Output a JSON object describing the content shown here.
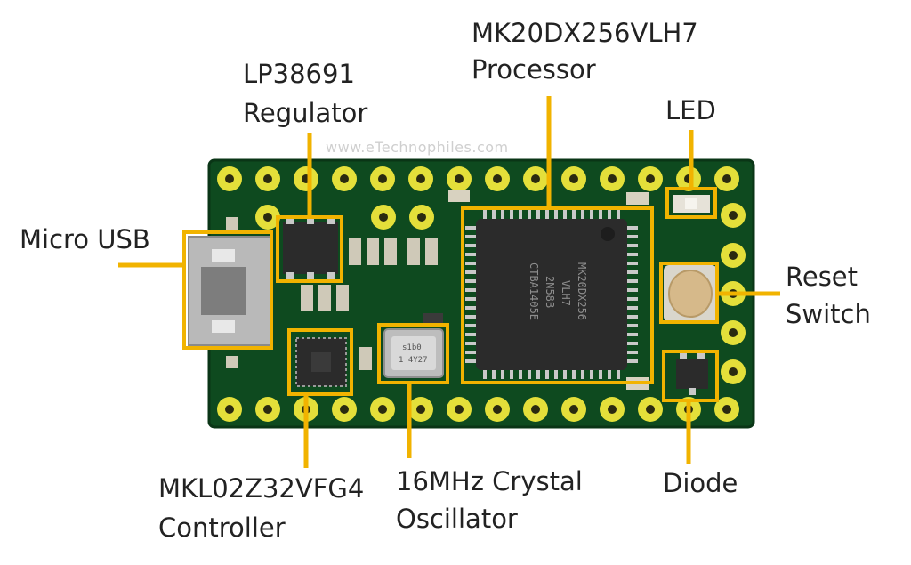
{
  "watermark": "www.eTechnophiles.com",
  "colors": {
    "pcb": "#0e4a1f",
    "pad": "#e4df3a",
    "highlight": "#f1b300",
    "chip": "#2b2b2b"
  },
  "labels": {
    "processor": {
      "line1": "MK20DX256VLH7",
      "line2": "Processor"
    },
    "regulator": {
      "line1": "LP38691",
      "line2": "Regulator"
    },
    "led": {
      "line1": "LED"
    },
    "micro_usb": {
      "line1": "Micro USB"
    },
    "reset_switch": {
      "line1": "Reset",
      "line2": "Switch"
    },
    "controller": {
      "line1": "MKL02Z32VFG4",
      "line2": "Controller"
    },
    "crystal": {
      "line1": "16MHz Crystal",
      "line2": "Oscillator"
    },
    "diode": {
      "line1": "Diode"
    }
  },
  "chip_markings": {
    "processor": [
      "MK20DX256",
      "VLH7",
      "2N58B",
      "CTBA1405E"
    ],
    "crystal": [
      "s1b0",
      "1 4Y27"
    ]
  }
}
